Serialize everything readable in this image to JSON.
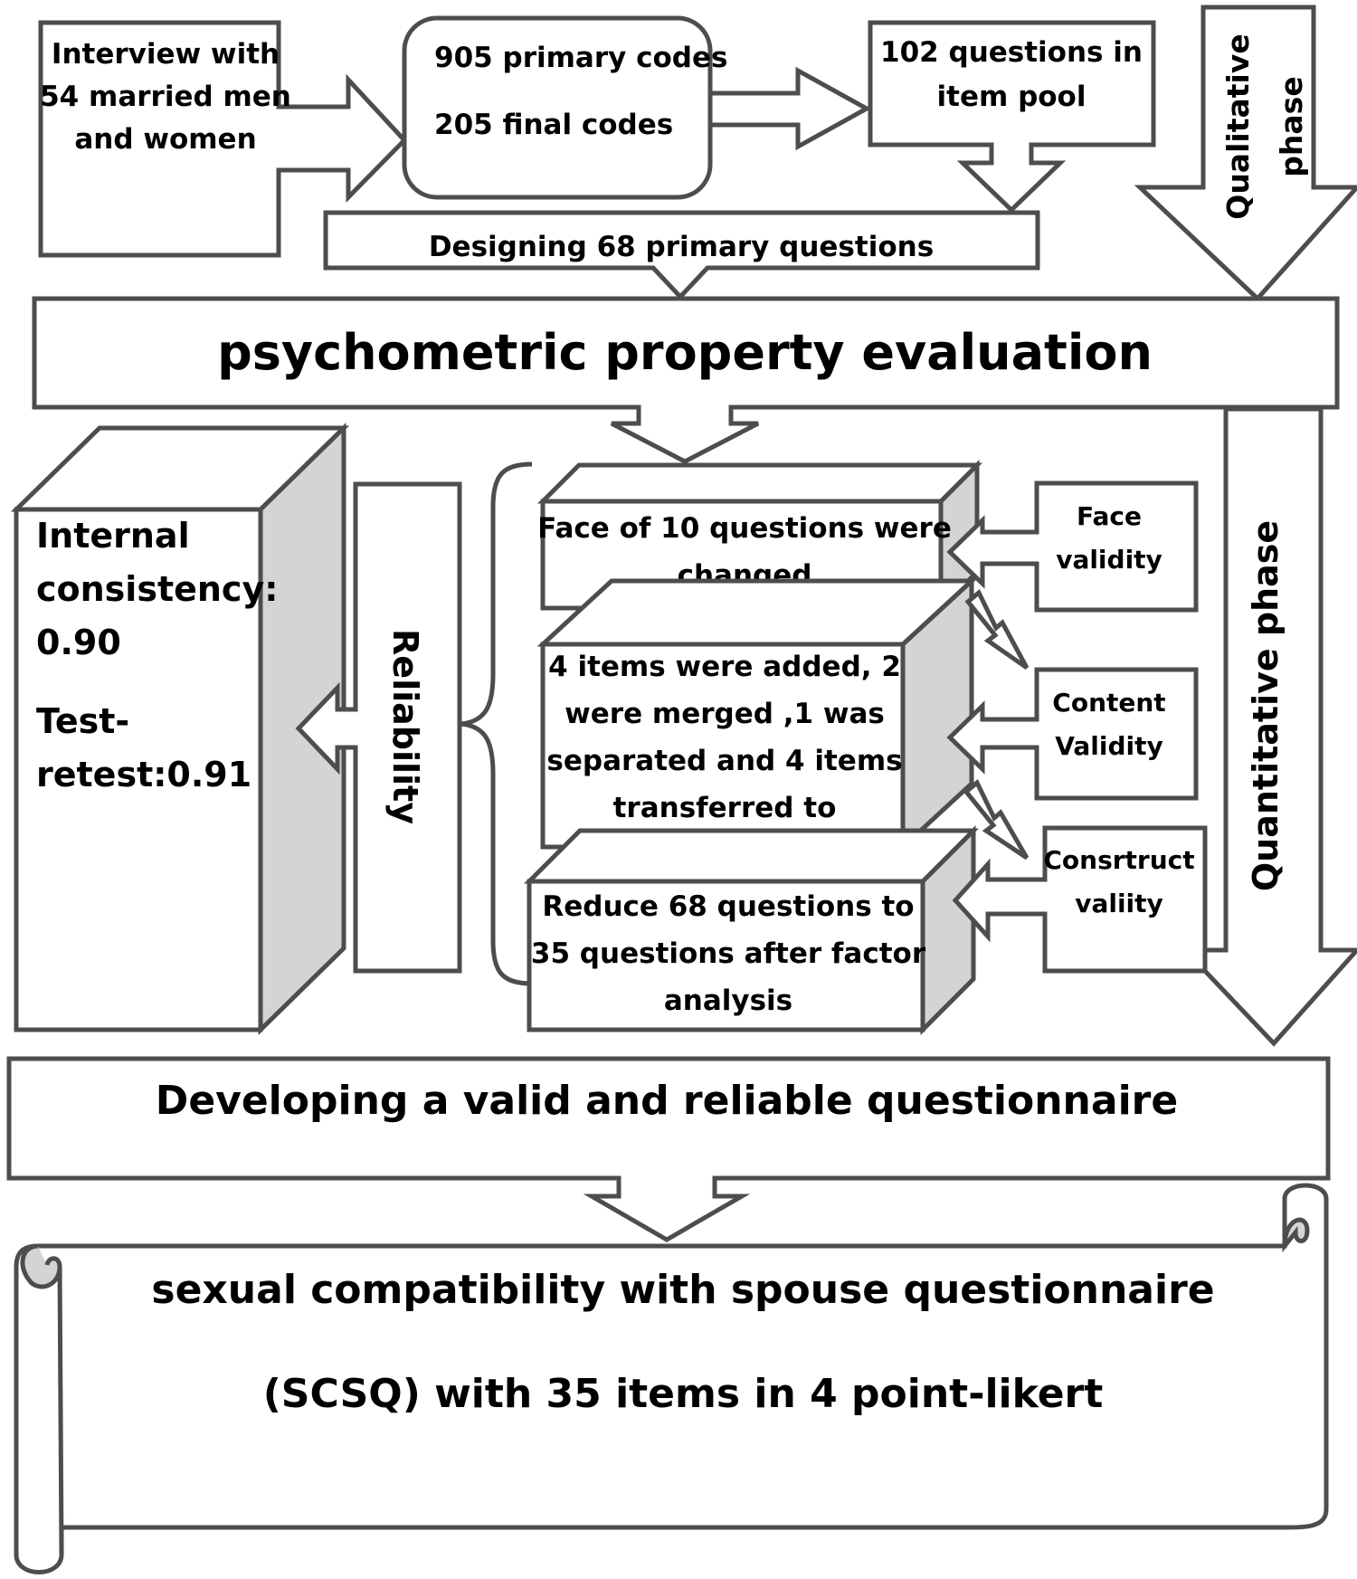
{
  "interview": {
    "lines": [
      "Interview with",
      "54 married men",
      "and women"
    ]
  },
  "codes": {
    "primary": "905 primary codes",
    "final": "205 final codes"
  },
  "item_pool": {
    "lines": [
      "102 questions in",
      "item pool"
    ]
  },
  "qualitative_phase": {
    "lines": [
      "Qualitative",
      "phase"
    ]
  },
  "designing": "Designing 68 primary questions",
  "psychometric": "psychometric property evaluation",
  "reliability_results": {
    "lines": [
      "Internal",
      "consistency:",
      "0.90",
      "Test-",
      "retest:0.91"
    ]
  },
  "reliability": "Reliability",
  "face_change": {
    "lines": [
      "Face of 10 questions were",
      "changed"
    ]
  },
  "content_change": {
    "lines": [
      "4 items were added, 2",
      "were merged ,1 was",
      "separated and 4 items",
      "transferred to"
    ]
  },
  "construct_change": {
    "lines": [
      "Reduce 68 questions to",
      "35 questions after factor",
      "analysis"
    ]
  },
  "face_validity": {
    "lines": [
      "Face",
      "validity"
    ]
  },
  "content_validity": {
    "lines": [
      "Content",
      "Validity"
    ]
  },
  "construct_validity": {
    "lines": [
      "Consrtruct",
      "valiity"
    ]
  },
  "quantitative_phase": "Quantitative phase",
  "developing": "Developing a valid and reliable questionnaire",
  "scsq": {
    "lines": [
      "sexual compatibility with spouse questionnaire",
      "(SCSQ) with 35 items in 4 point-likert"
    ]
  }
}
